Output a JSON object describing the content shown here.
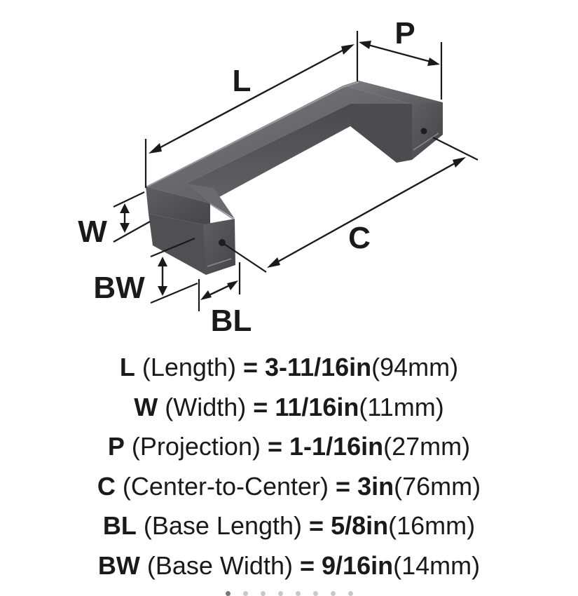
{
  "diagram": {
    "labels": {
      "length": "L",
      "projection": "P",
      "width": "W",
      "center_to_center": "C",
      "base_width": "BW",
      "base_length": "BL"
    },
    "colors": {
      "handle_metal": "#55555a",
      "handle_highlight": "#8a8a8f",
      "handle_shadow": "#3c3c40",
      "dimension_lines": "#1a1a1a"
    }
  },
  "specs": [
    {
      "code": "L",
      "name": "(Length)",
      "eq": "=",
      "imperial": "3-11/16in",
      "metric": "(94mm)"
    },
    {
      "code": "W",
      "name": "(Width)",
      "eq": "=",
      "imperial": "11/16in",
      "metric": "(11mm)"
    },
    {
      "code": "P",
      "name": "(Projection)",
      "eq": "=",
      "imperial": "1-1/16in",
      "metric": "(27mm)"
    },
    {
      "code": "C",
      "name": "(Center-to-Center)",
      "eq": "=",
      "imperial": "3in",
      "metric": "(76mm)"
    },
    {
      "code": "BL",
      "name": "(Base Length)",
      "eq": "=",
      "imperial": "5/8in",
      "metric": "(16mm)"
    },
    {
      "code": "BW",
      "name": "(Base Width)",
      "eq": "=",
      "imperial": "9/16in",
      "metric": "(14mm)"
    }
  ],
  "pager": {
    "count": 8,
    "active_index": 0
  }
}
